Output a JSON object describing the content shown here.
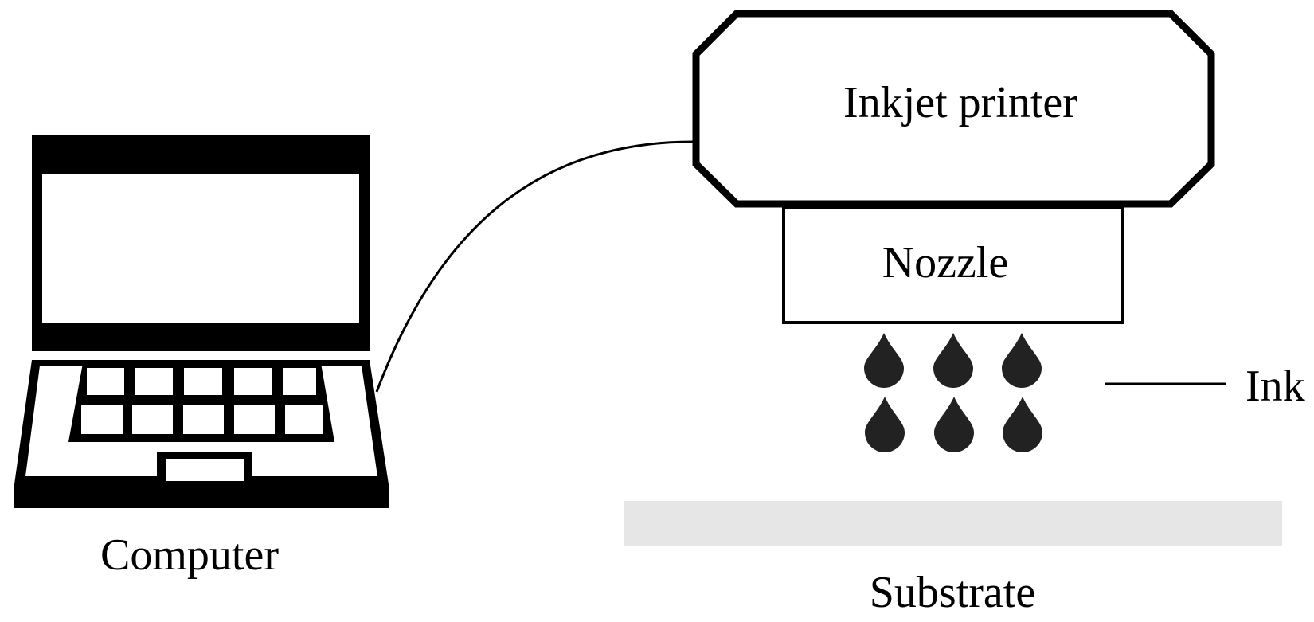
{
  "labels": {
    "printer": "Inkjet printer",
    "nozzle": "Nozzle",
    "ink": "Ink",
    "computer": "Computer",
    "substrate": "Substrate"
  },
  "colors": {
    "stroke": "#000000",
    "drop_fill": "#222222",
    "substrate_fill": "#e6e6e6",
    "background": "#ffffff"
  },
  "icons": {
    "computer": "laptop-icon",
    "ink": "ink-drop-icon"
  }
}
